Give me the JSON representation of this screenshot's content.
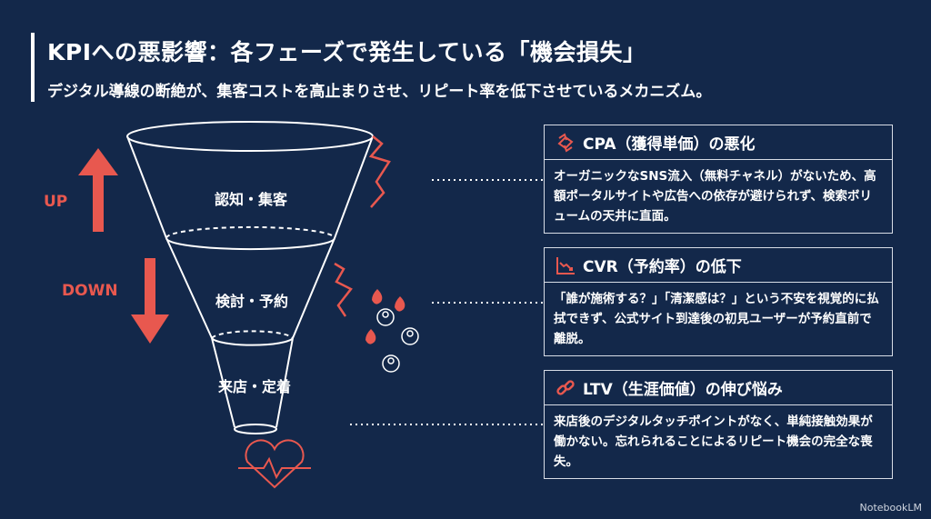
{
  "header": {
    "title": "KPIへの悪影響：各フェーズで発生している「機会損失」",
    "subtitle": "デジタル導線の断絶が、集客コストを高止まりさせ、リピート率を低下させているメカニズム。"
  },
  "funnel": {
    "stages": [
      "認知・集客",
      "検討・予約",
      "来店・定着"
    ],
    "up_label": "UP",
    "down_label": "DOWN"
  },
  "cards": [
    {
      "icon": "cost-icon",
      "title": "CPA（獲得単価）の悪化",
      "body": "オーガニックなSNS流入（無料チャネル）がないため、高額ポータルサイトや広告への依存が避けられず、検索ボリュームの天井に直面。"
    },
    {
      "icon": "declining-chart-icon",
      "title": "CVR（予約率）の低下",
      "body": "「誰が施術する？」「清潔感は？」という不安を視覚的に払拭できず、公式サイト到達後の初見ユーザーが予約直前で離脱。"
    },
    {
      "icon": "broken-link-icon",
      "title": "LTV（生涯価値）の伸び悩み",
      "body": "来店後のデジタルタッチポイントがなく、単純接触効果が働かない。忘れられることによるリピート機会の完全な喪失。"
    }
  ],
  "brand": "NotebookLM",
  "colors": {
    "background": "#13284a",
    "accent": "#e8584f"
  }
}
